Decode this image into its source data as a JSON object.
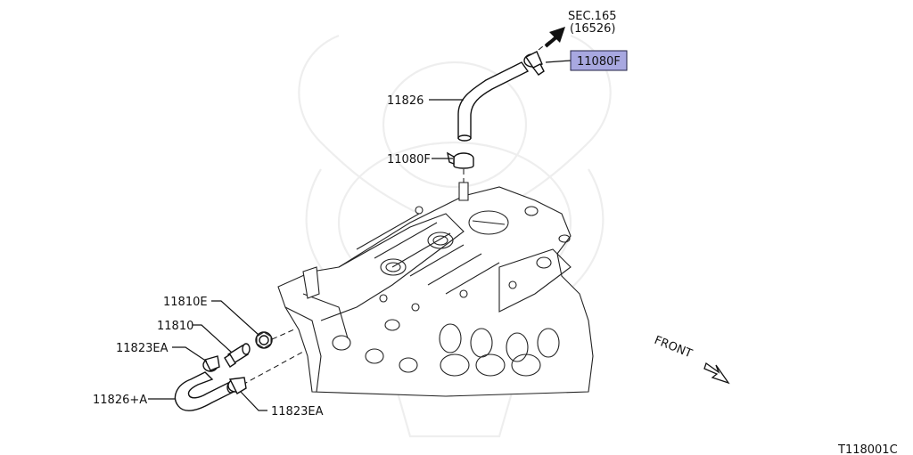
{
  "callouts": {
    "sec_ref_line1": "SEC.165",
    "sec_ref_line2": "(16526)",
    "clamp_top_highlight": "11080F",
    "hose_upper": "11826",
    "clamp_mid": "11080F",
    "gasket": "11810E",
    "pcv_valve": "11810",
    "clamp_lower_left": "11823EA",
    "hose_lower": "11826+A",
    "clamp_lower_right": "11823EA"
  },
  "front_label": "FRONT",
  "illustration_code": "T118001C",
  "colors": {
    "highlight_fill": "#a8a8e0",
    "highlight_border": "#222244",
    "line": "#111111",
    "watermark": "#eeeeee"
  }
}
